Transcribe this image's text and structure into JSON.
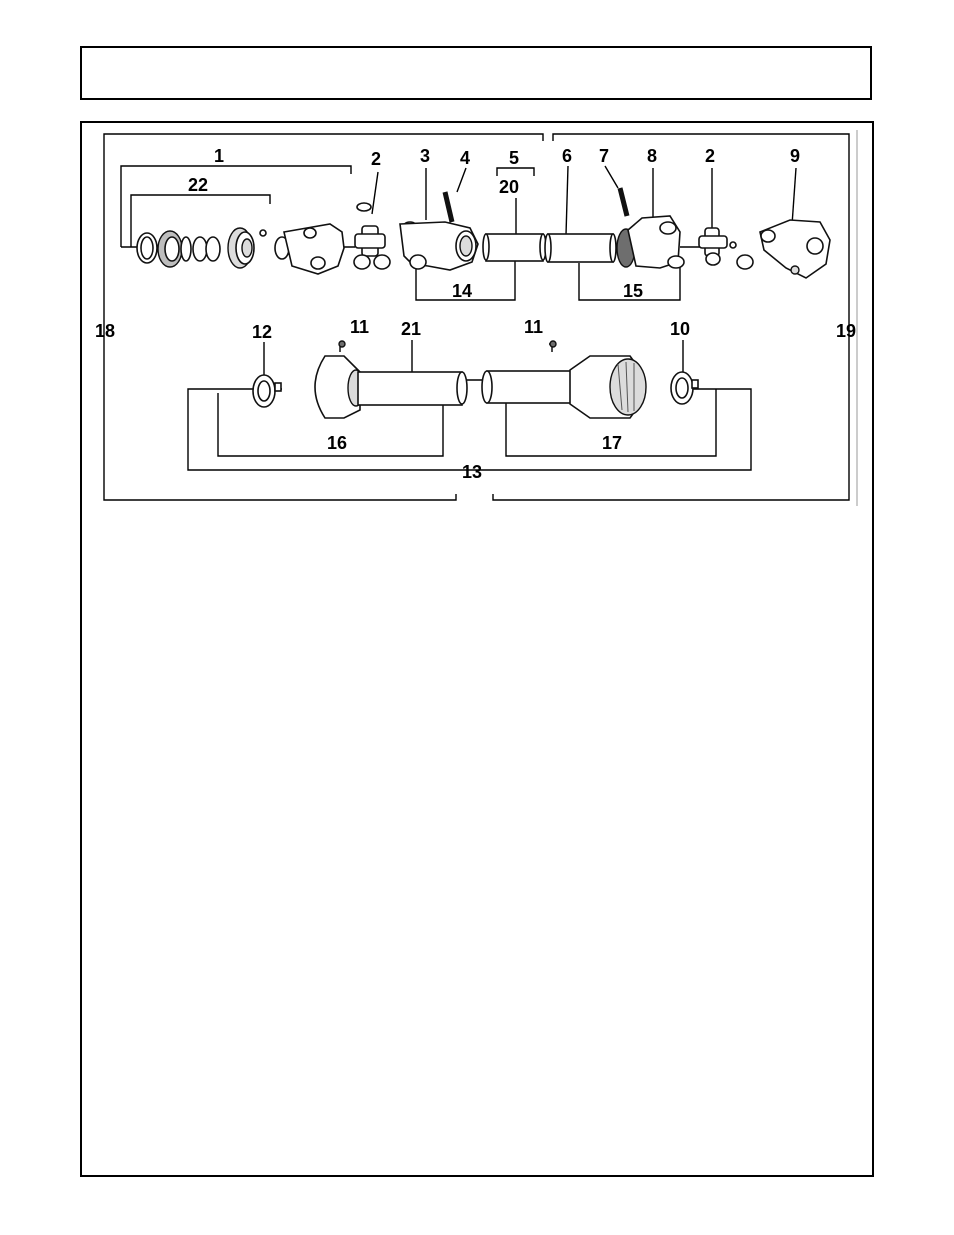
{
  "header": {
    "title": ""
  },
  "diagram": {
    "callouts": {
      "c1": "1",
      "c2a": "2",
      "c3": "3",
      "c4": "4",
      "c5": "5",
      "c6": "6",
      "c7": "7",
      "c8": "8",
      "c2b": "2",
      "c9": "9",
      "c22": "22",
      "c20": "20",
      "c14": "14",
      "c15": "15",
      "c18": "18",
      "c19": "19",
      "c12": "12",
      "c11a": "11",
      "c21": "21",
      "c11b": "11",
      "c10": "10",
      "c16": "16",
      "c17": "17",
      "c13": "13"
    }
  }
}
